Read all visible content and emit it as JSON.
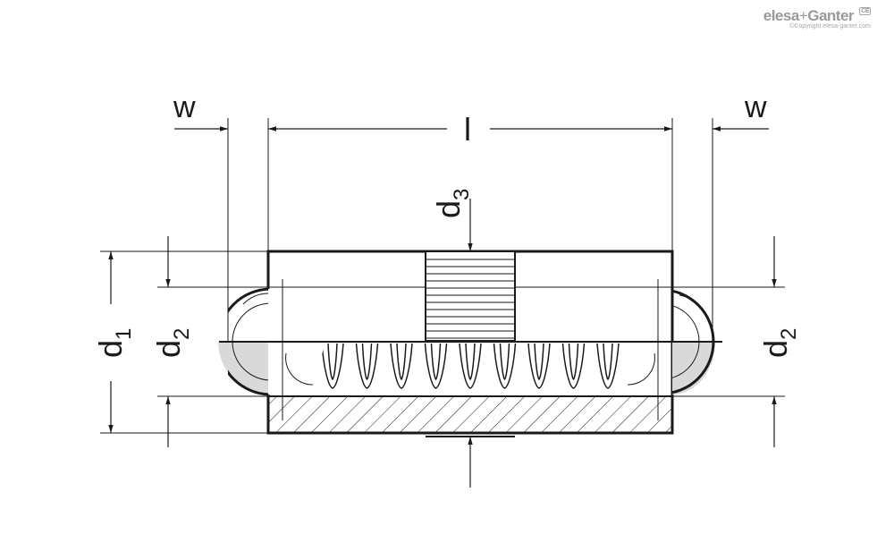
{
  "brand": {
    "logo_part1": "elesa",
    "logo_plus": "+",
    "logo_part2": "Ganter",
    "mark": "CE",
    "copyright": "©Copyright elesa-ganter.com"
  },
  "dimensions": {
    "w": "w",
    "l": "l",
    "d": "d",
    "sub1": "1",
    "sub2": "2",
    "sub3": "3"
  },
  "colors": {
    "line": "#1a1a1a",
    "ball_fill": "#d9d9d9",
    "background": "#ffffff"
  }
}
